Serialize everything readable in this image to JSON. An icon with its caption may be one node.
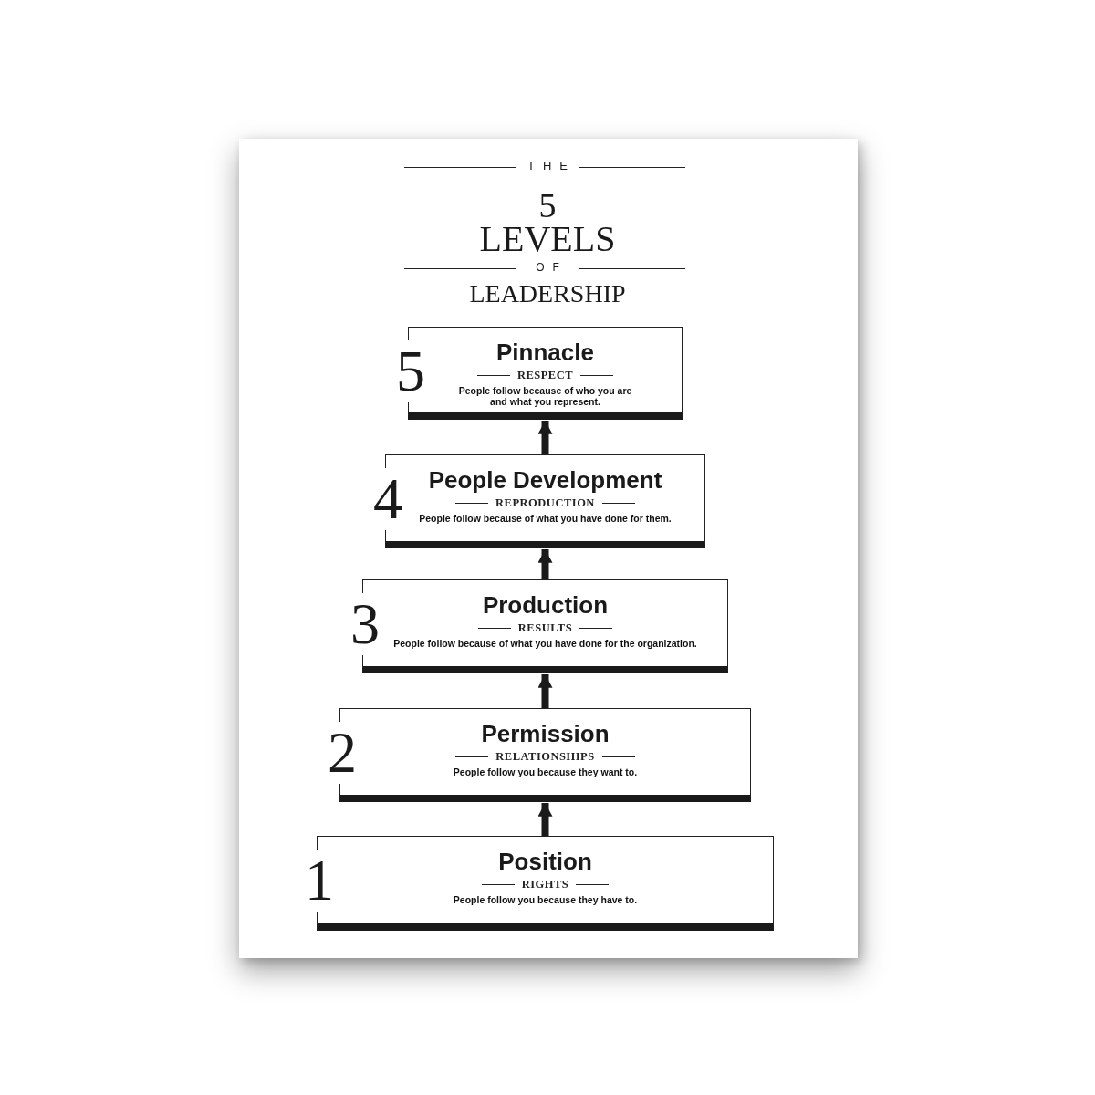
{
  "diagram": {
    "nodes": [
      {
        "text": [
          "5",
          "Pinnacle",
          "RESPECT",
          "People follow because of who you are and what you represent."
        ]
      },
      {
        "text": [
          "4",
          "People Development",
          "REPRODUCTION",
          "People follow because of what you have done for them."
        ]
      },
      {
        "text": [
          "3",
          "Production",
          "RESULTS",
          "People follow because of what you have done for the organization."
        ]
      },
      {
        "text": [
          "2",
          "Permission",
          "RELATIONSHIPS",
          "People follow you because they want to."
        ]
      },
      {
        "text": [
          "1",
          "Position",
          "RIGHTS",
          "People follow you because they have to."
        ]
      }
    ],
    "edges": [
      {
        "from": 4,
        "to": 3,
        "arrow": "to"
      },
      {
        "from": 3,
        "to": 2,
        "arrow": "to"
      },
      {
        "from": 2,
        "to": 1,
        "arrow": "to"
      },
      {
        "from": 1,
        "to": 0,
        "arrow": "to"
      }
    ],
    "labels": [
      "THE",
      "5",
      "LEVELS",
      "OF",
      "LEADERSHIP"
    ]
  }
}
